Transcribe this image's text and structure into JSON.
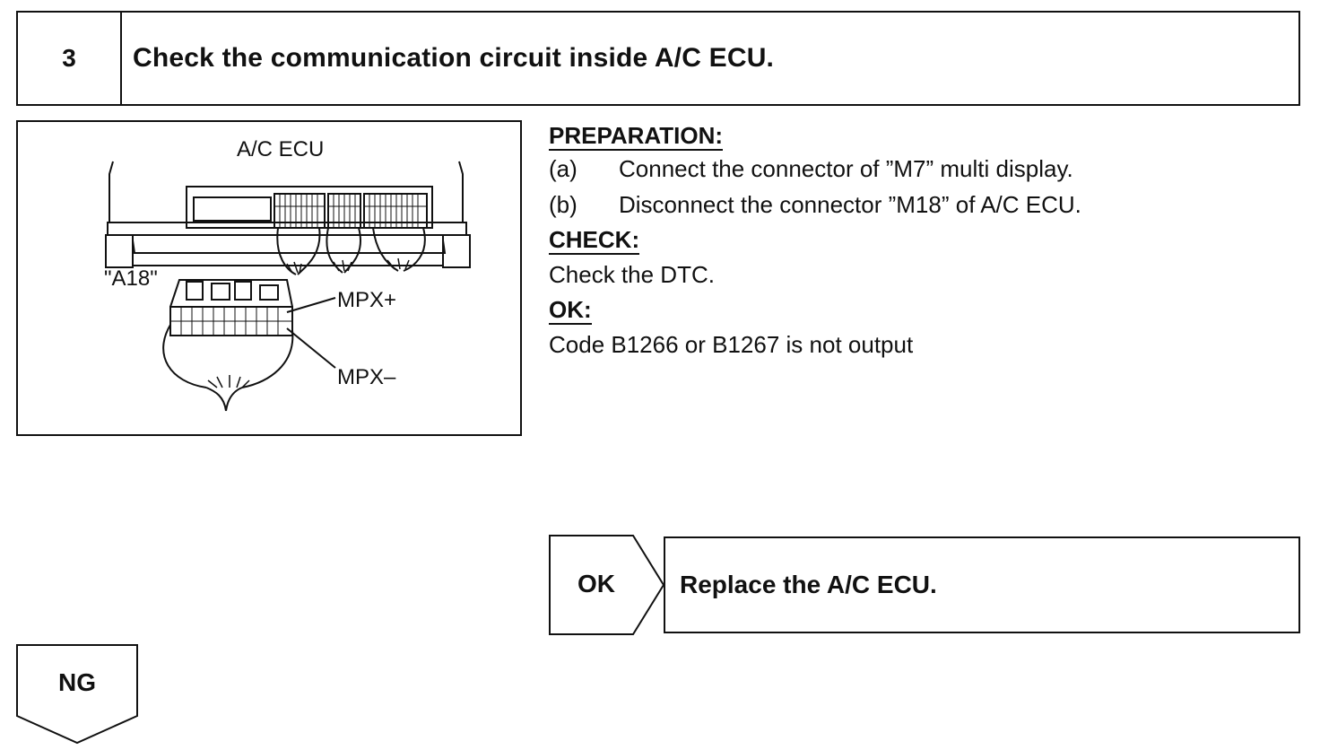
{
  "step": {
    "number": "3",
    "title": "Check the communication circuit inside A/C ECU."
  },
  "diagram": {
    "ecu_label": "A/C ECU",
    "connector_label": "\"A18\"",
    "mpx_plus": "MPX+",
    "mpx_minus": "MPX–"
  },
  "preparation": {
    "heading": "PREPARATION:",
    "steps": [
      {
        "letter": "(a)",
        "text": "Connect the connector of ”M7” multi display."
      },
      {
        "letter": "(b)",
        "text": "Disconnect the connector ”M18” of A/C ECU."
      }
    ]
  },
  "check": {
    "heading": "CHECK:",
    "text": "Check the DTC."
  },
  "ok": {
    "heading": "OK:",
    "text": "Code B1266 or B1267 is not output"
  },
  "results": {
    "ok_label": "OK",
    "ok_action": "Replace the A/C ECU.",
    "ng_label": "NG"
  }
}
